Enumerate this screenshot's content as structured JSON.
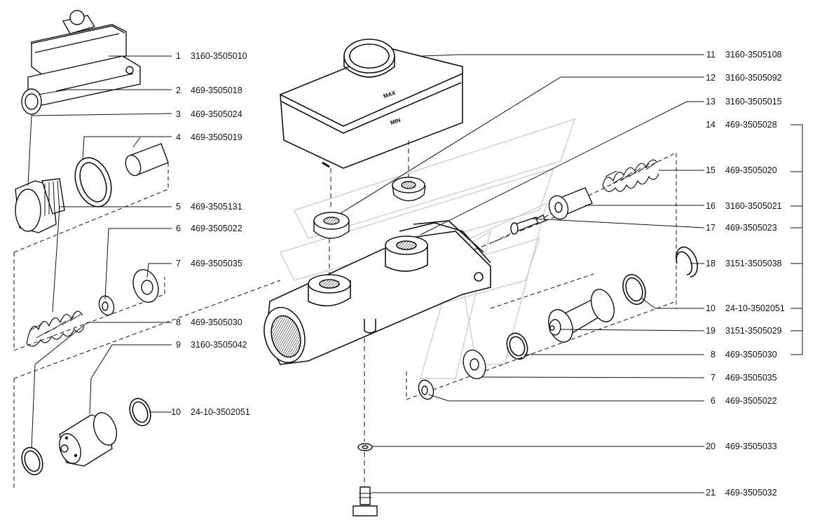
{
  "diagram": {
    "reservoir_labels": {
      "max": "MAX",
      "min": "MIN"
    },
    "callouts": [
      {
        "num": "1",
        "code": "3160-3505010"
      },
      {
        "num": "2",
        "code": "469-3505018"
      },
      {
        "num": "3",
        "code": "469-3505024"
      },
      {
        "num": "4",
        "code": "469-3505019"
      },
      {
        "num": "5",
        "code": "469-3505131"
      },
      {
        "num": "6",
        "code": "469-3505022"
      },
      {
        "num": "7",
        "code": "469-3505035"
      },
      {
        "num": "8",
        "code": "469-3505030"
      },
      {
        "num": "9",
        "code": "3160-3505042"
      },
      {
        "num": "10",
        "code": "24-10-3502051"
      },
      {
        "num": "11",
        "code": "3160-3505108"
      },
      {
        "num": "12",
        "code": "3160-3505092"
      },
      {
        "num": "13",
        "code": "3160-3505015"
      },
      {
        "num": "14",
        "code": "469-3505028"
      },
      {
        "num": "15",
        "code": "469-3505020"
      },
      {
        "num": "16",
        "code": "3160-3505021"
      },
      {
        "num": "17",
        "code": "469-3505023"
      },
      {
        "num": "18",
        "code": "3151-3505038"
      },
      {
        "num": "10",
        "code": "24-10-3502051"
      },
      {
        "num": "19",
        "code": "3151-3505029"
      },
      {
        "num": "8",
        "code": "469-3505030"
      },
      {
        "num": "7",
        "code": "469-3505035"
      },
      {
        "num": "6",
        "code": "469-3505022"
      },
      {
        "num": "20",
        "code": "469-3505033"
      },
      {
        "num": "21",
        "code": "469-3505032"
      }
    ]
  }
}
